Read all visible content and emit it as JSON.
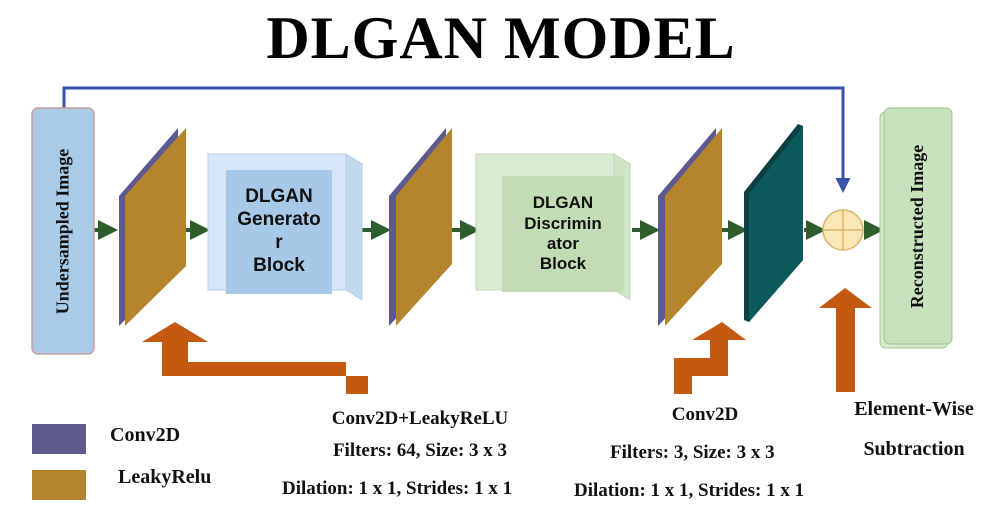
{
  "title": "DLGAN MODEL",
  "input_panel": {
    "label": "Undersampled Image"
  },
  "output_panel": {
    "label": "Reconstructed Image"
  },
  "generator_block": {
    "lines": [
      "DLGAN",
      "Generato",
      "r",
      "Block"
    ]
  },
  "discriminator_block": {
    "lines": [
      "DLGAN",
      "Discrimin",
      "ator",
      "Block"
    ]
  },
  "annotations": {
    "conv_leaky": {
      "heading": "Conv2D+LeakyReLU",
      "filters": "Filters: 64, Size: 3 x 3",
      "dilation": "Dilation: 1 x 1, Strides: 1 x 1"
    },
    "conv2d": {
      "heading": "Conv2D",
      "filters": "Filters: 3, Size: 3 x 3",
      "dilation": "Dilation: 1 x 1, Strides: 1 x 1"
    },
    "subtraction": {
      "line1": "Element-Wise",
      "line2": "Subtraction"
    }
  },
  "legend": [
    {
      "label": "Conv2D",
      "color": "#5c5a8f"
    },
    {
      "label": "LeakyRelu",
      "color": "#b5852d"
    }
  ],
  "colors": {
    "conv": "#5c5a8f",
    "leaky": "#b5852d",
    "teal": "#0d5a5e",
    "flow_arrow": "#2e5e2e",
    "skip_line": "#3a52a8",
    "annot_arrow": "#c45a12",
    "input_fill": "#a9cbe8",
    "output_fill": "#c8e2bd",
    "gen_outer": "#d6e6f7",
    "gen_inner": "#a7c8e6",
    "disc_outer": "#d9ebd2",
    "disc_inner": "#c2dcb5",
    "sum_fill": "#fbe7b5",
    "sum_stroke": "#d6b76a"
  }
}
